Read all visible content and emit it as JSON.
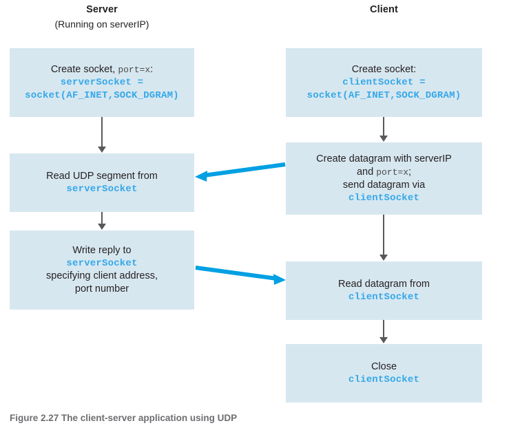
{
  "figure": {
    "caption": "Figure 2.27 The client-server application using UDP",
    "box_fill": "#d7e7f0",
    "code_color": "#35a8e8",
    "arrow_blue": "#00a0e3",
    "arrow_grey": "#58595b"
  },
  "columns": {
    "server": {
      "title": "Server",
      "subtitle": "(Running on serverIP)"
    },
    "client": {
      "title": "Client",
      "subtitle": ""
    }
  },
  "server_steps": [
    {
      "id": "create-socket",
      "lines": [
        {
          "text": "Create  socket, ",
          "style": "plain",
          "tail": "port=x",
          "tail_style": "codeplain",
          "after": ":"
        },
        {
          "text": "serverSocket =",
          "style": "code"
        },
        {
          "text": "socket(AF_INET,SOCK_DGRAM)",
          "style": "code"
        }
      ]
    },
    {
      "id": "read-udp-segment",
      "lines": [
        {
          "text": "Read UDP segment from",
          "style": "plain"
        },
        {
          "text": "serverSocket",
          "style": "code"
        }
      ]
    },
    {
      "id": "write-reply",
      "lines": [
        {
          "text": "Write reply to",
          "style": "plain"
        },
        {
          "text": "serverSocket",
          "style": "code"
        },
        {
          "text": "specifying client address,",
          "style": "plain"
        },
        {
          "text": "port number",
          "style": "plain"
        }
      ]
    }
  ],
  "client_steps": [
    {
      "id": "create-socket",
      "lines": [
        {
          "text": "Create socket:",
          "style": "plain"
        },
        {
          "text": "clientSocket =",
          "style": "code"
        },
        {
          "text": "socket(AF_INET,SOCK_DGRAM)",
          "style": "code"
        }
      ]
    },
    {
      "id": "create-datagram",
      "lines": [
        {
          "text": "Create datagram with serverIP",
          "style": "plain"
        },
        {
          "text": "and ",
          "style": "plain",
          "tail": "port=x",
          "tail_style": "codeplain",
          "after": ";"
        },
        {
          "text": "send datagram via",
          "style": "plain"
        },
        {
          "text": "clientSocket",
          "style": "code"
        }
      ]
    },
    {
      "id": "read-datagram",
      "lines": [
        {
          "text": "Read datagram from",
          "style": "plain"
        },
        {
          "text": "clientSocket",
          "style": "code"
        }
      ]
    },
    {
      "id": "close",
      "lines": [
        {
          "text": "Close",
          "style": "plain"
        },
        {
          "text": "clientSocket",
          "style": "code"
        }
      ]
    }
  ],
  "cross_arrows": [
    {
      "id": "client-to-server-datagram",
      "direction": "right-to-left",
      "from": "create-datagram",
      "to": "read-udp-segment"
    },
    {
      "id": "server-to-client-reply",
      "direction": "left-to-right",
      "from": "write-reply",
      "to": "read-datagram"
    }
  ]
}
